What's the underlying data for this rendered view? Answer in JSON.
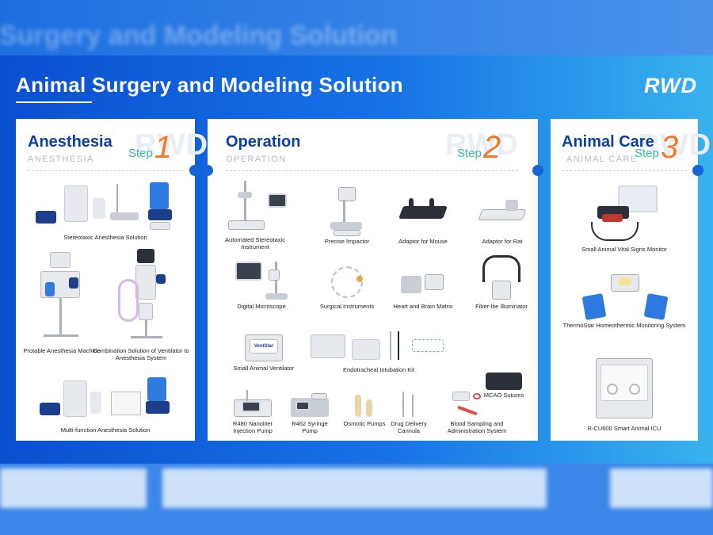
{
  "header": {
    "ghost_title": "l Surgery and Modeling Solution",
    "title": "Animal Surgery and Modeling Solution",
    "logo": "RWD"
  },
  "panels": [
    {
      "title": "Anesthesia",
      "subtitle": "ANESTHESIA",
      "step_label": "Step",
      "step_number": "1",
      "watermark": "RWD",
      "items": [
        "Stereotaxic Anesthesia Solution",
        "Protable Anesthesia Machine",
        "Combination Solution of Ventilator to Anesthesia System",
        "Multi-function Anesthesia Solution"
      ]
    },
    {
      "title": "Operation",
      "subtitle": "OPERATION",
      "step_label": "Step",
      "step_number": "2",
      "watermark": "RWD",
      "items": [
        "Automated Stereotaxic Instrument",
        "Precise Impactor",
        "Adaptor for Mouse",
        "Adaptor for Rat",
        "Digital Microscope",
        "Surgical Instruments",
        "Heart and Brain Matrix",
        "Fiber-lite Illuminator",
        "Small Animal Ventilator",
        "Endotracheal Intubation Kit",
        "MCAO Sutures",
        "R480 Nanoliter Injection Pump",
        "R462 Syringe Pump",
        "Osmotic Pumps",
        "Drug Delivery Cannula",
        "Blood Sampling and Administration System"
      ],
      "device_screen_text": "VentStar"
    },
    {
      "title": "Animal Care",
      "subtitle": "ANIMAL CARE",
      "step_label": "Step",
      "step_number": "3",
      "watermark": "RWD",
      "items": [
        "Small Animal Vital Signs Monitor",
        "ThermoStar Homeothermic Monitoring System",
        "R-CU600 Smart Animal ICU"
      ]
    }
  ],
  "colors": {
    "title_navy": "#0d3fa0",
    "step_teal": "#3bb8a8",
    "step_orange": "#f07a2a",
    "background_blue": "#0a5fd8"
  }
}
